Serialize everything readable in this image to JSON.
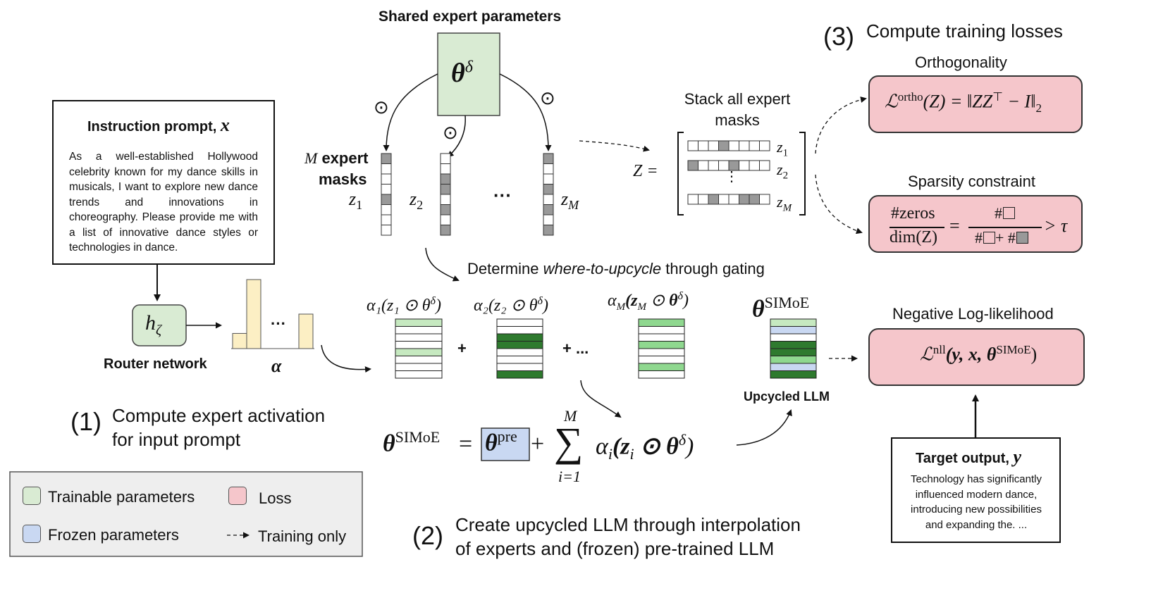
{
  "shared_params": {
    "title": "Shared expert parameters",
    "theta_symbol": "θ",
    "theta_sup": "δ",
    "odot": "⊙"
  },
  "prompt": {
    "title": "Instruction prompt, ",
    "title_var": "x",
    "text": "As a well-established Hollywood celebrity known for my dance skills in musicals, I want to explore new dance trends and innovations in choreography. Please provide me with a list of innovative dance styles or technologies in dance."
  },
  "router": {
    "symbol": "h",
    "subscript": "ζ",
    "label": "Router network",
    "alpha": "α",
    "dots": "···",
    "bars": [
      0.22,
      1.0,
      0.5
    ]
  },
  "masks": {
    "label_m": "M",
    "label_rest": " expert",
    "label_line2": "masks",
    "z1_base": "z",
    "z1_sub": "1",
    "z2_base": "z",
    "z2_sub": "2",
    "zm_base": "z",
    "zm_sub": "M",
    "dots": "···"
  },
  "stack": {
    "title_line1": "Stack all expert",
    "title_line2": "masks",
    "z_eq": "Z =",
    "rows": [
      {
        "base": "z",
        "sub": "1"
      },
      {
        "base": "z",
        "sub": "2"
      },
      {
        "base": "z",
        "sub": "M"
      }
    ],
    "vdots": "⋮"
  },
  "step1": {
    "number": "(1)",
    "line1": "Compute expert activation",
    "line2": "for input prompt"
  },
  "step2": {
    "number": "(2)",
    "line1": "Create upcycled LLM through interpolation",
    "line2": "of experts and (frozen) pre-trained LLM"
  },
  "step3": {
    "number": "(3)",
    "title": "Compute training losses"
  },
  "gating": {
    "prefix": "Determine ",
    "italic": "where-to-upcycle",
    "suffix": " through gating"
  },
  "combos": {
    "a1": "α₁(z₁ ⊙ θ",
    "a2": "α₂(z₂ ⊙ θ",
    "am": "α",
    "am_sub": "M",
    "am_mid": "(z",
    "am_close": ")",
    "delta": "δ",
    "close": ")",
    "plus": "+",
    "plus_dots": "+ ...",
    "theta_simoe": "θ",
    "simoe_sup": "SIMoE",
    "upcycled_label": "Upcycled LLM"
  },
  "formula": {
    "lhs": "θ",
    "lhs_sup": "SIMoE",
    "eq": "=",
    "pre": "θ",
    "pre_sup": "pre",
    "plus": "+",
    "sum_top": "M",
    "sum_bottom": "i=1",
    "sigma": "∑",
    "term": "α",
    "term_sub": "i",
    "term_mid": "(z",
    "term_zsub": "i",
    "term_odot": " ⊙ θ",
    "term_sup": "δ",
    "term_close": ")"
  },
  "losses": {
    "ortho_title": "Orthogonality",
    "ortho_formula_l": "ℒ",
    "ortho_formula_sup": "ortho",
    "ortho_formula_r": "(Z) = ‖ZZ",
    "ortho_T": "⊤",
    "ortho_tail": " − I‖",
    "ortho_sub": "2",
    "sparsity_title": "Sparsity constraint",
    "sp_num": "#zeros",
    "sp_den": "dim(Z)",
    "sp_eq": "=",
    "sp_num2": "#",
    "sp_den2a": "#",
    "sp_den2b": "+ #",
    "sp_gt": "> τ",
    "nll_title": "Negative Log-likelihood",
    "nll_l": "ℒ",
    "nll_sup": "nll",
    "nll_args": "(y, x, θ",
    "nll_args_sup": "SIMoE",
    "nll_close": ")"
  },
  "target": {
    "title": "Target output, ",
    "title_var": "y",
    "text": "Technology has significantly influenced modern dance, introducing new possibilities and expanding the. ..."
  },
  "legend": {
    "trainable": "Trainable parameters",
    "loss": "Loss",
    "frozen": "Frozen parameters",
    "training_only": "Training only"
  },
  "colors": {
    "trainable": "#d9ebd3",
    "frozen": "#c9d8f2",
    "loss": "#f5c6cb",
    "router_bar": "#fcefc4",
    "green_light": "#c6e9c0",
    "green_mid": "#8fd88f",
    "green_dark": "#2e7a2e",
    "mask_gray": "#999999"
  }
}
